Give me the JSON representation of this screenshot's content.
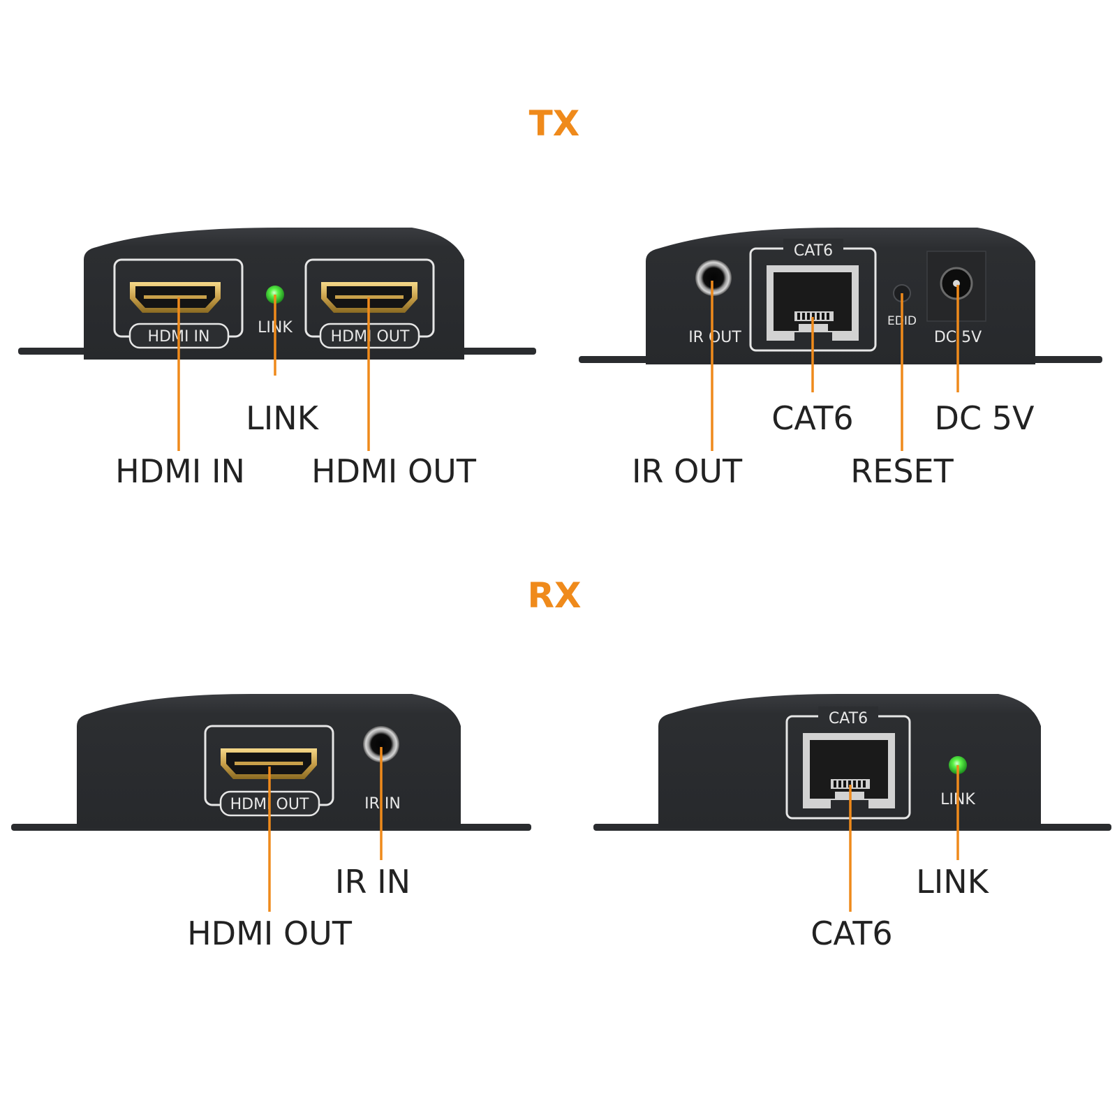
{
  "colors": {
    "accent": "#ef8a1b",
    "device_body": "#2c2e31",
    "callout_text": "#222222",
    "led": "#3ef03e"
  },
  "tx": {
    "title": "TX",
    "front": {
      "port_labels": {
        "hdmi_in": "HDMI IN",
        "link": "LINK",
        "hdmi_out": "HDMI OUT"
      },
      "callouts": {
        "link": "LINK",
        "hdmi_in": "HDMI IN",
        "hdmi_out": "HDMI OUT"
      }
    },
    "back": {
      "port_labels": {
        "ir_out": "IR OUT",
        "cat6": "CAT6",
        "edid": "EDID",
        "dc": "DC 5V"
      },
      "callouts": {
        "cat6": "CAT6",
        "dc": "DC 5V",
        "ir_out": "IR OUT",
        "reset": "RESET"
      }
    }
  },
  "rx": {
    "title": "RX",
    "front": {
      "port_labels": {
        "hdmi_out": "HDMI OUT",
        "ir_in": "IR IN"
      },
      "callouts": {
        "ir_in": "IR IN",
        "hdmi_out": "HDMI OUT"
      }
    },
    "back": {
      "port_labels": {
        "cat6": "CAT6",
        "link": "LINK"
      },
      "callouts": {
        "link": "LINK",
        "cat6": "CAT6"
      }
    }
  }
}
